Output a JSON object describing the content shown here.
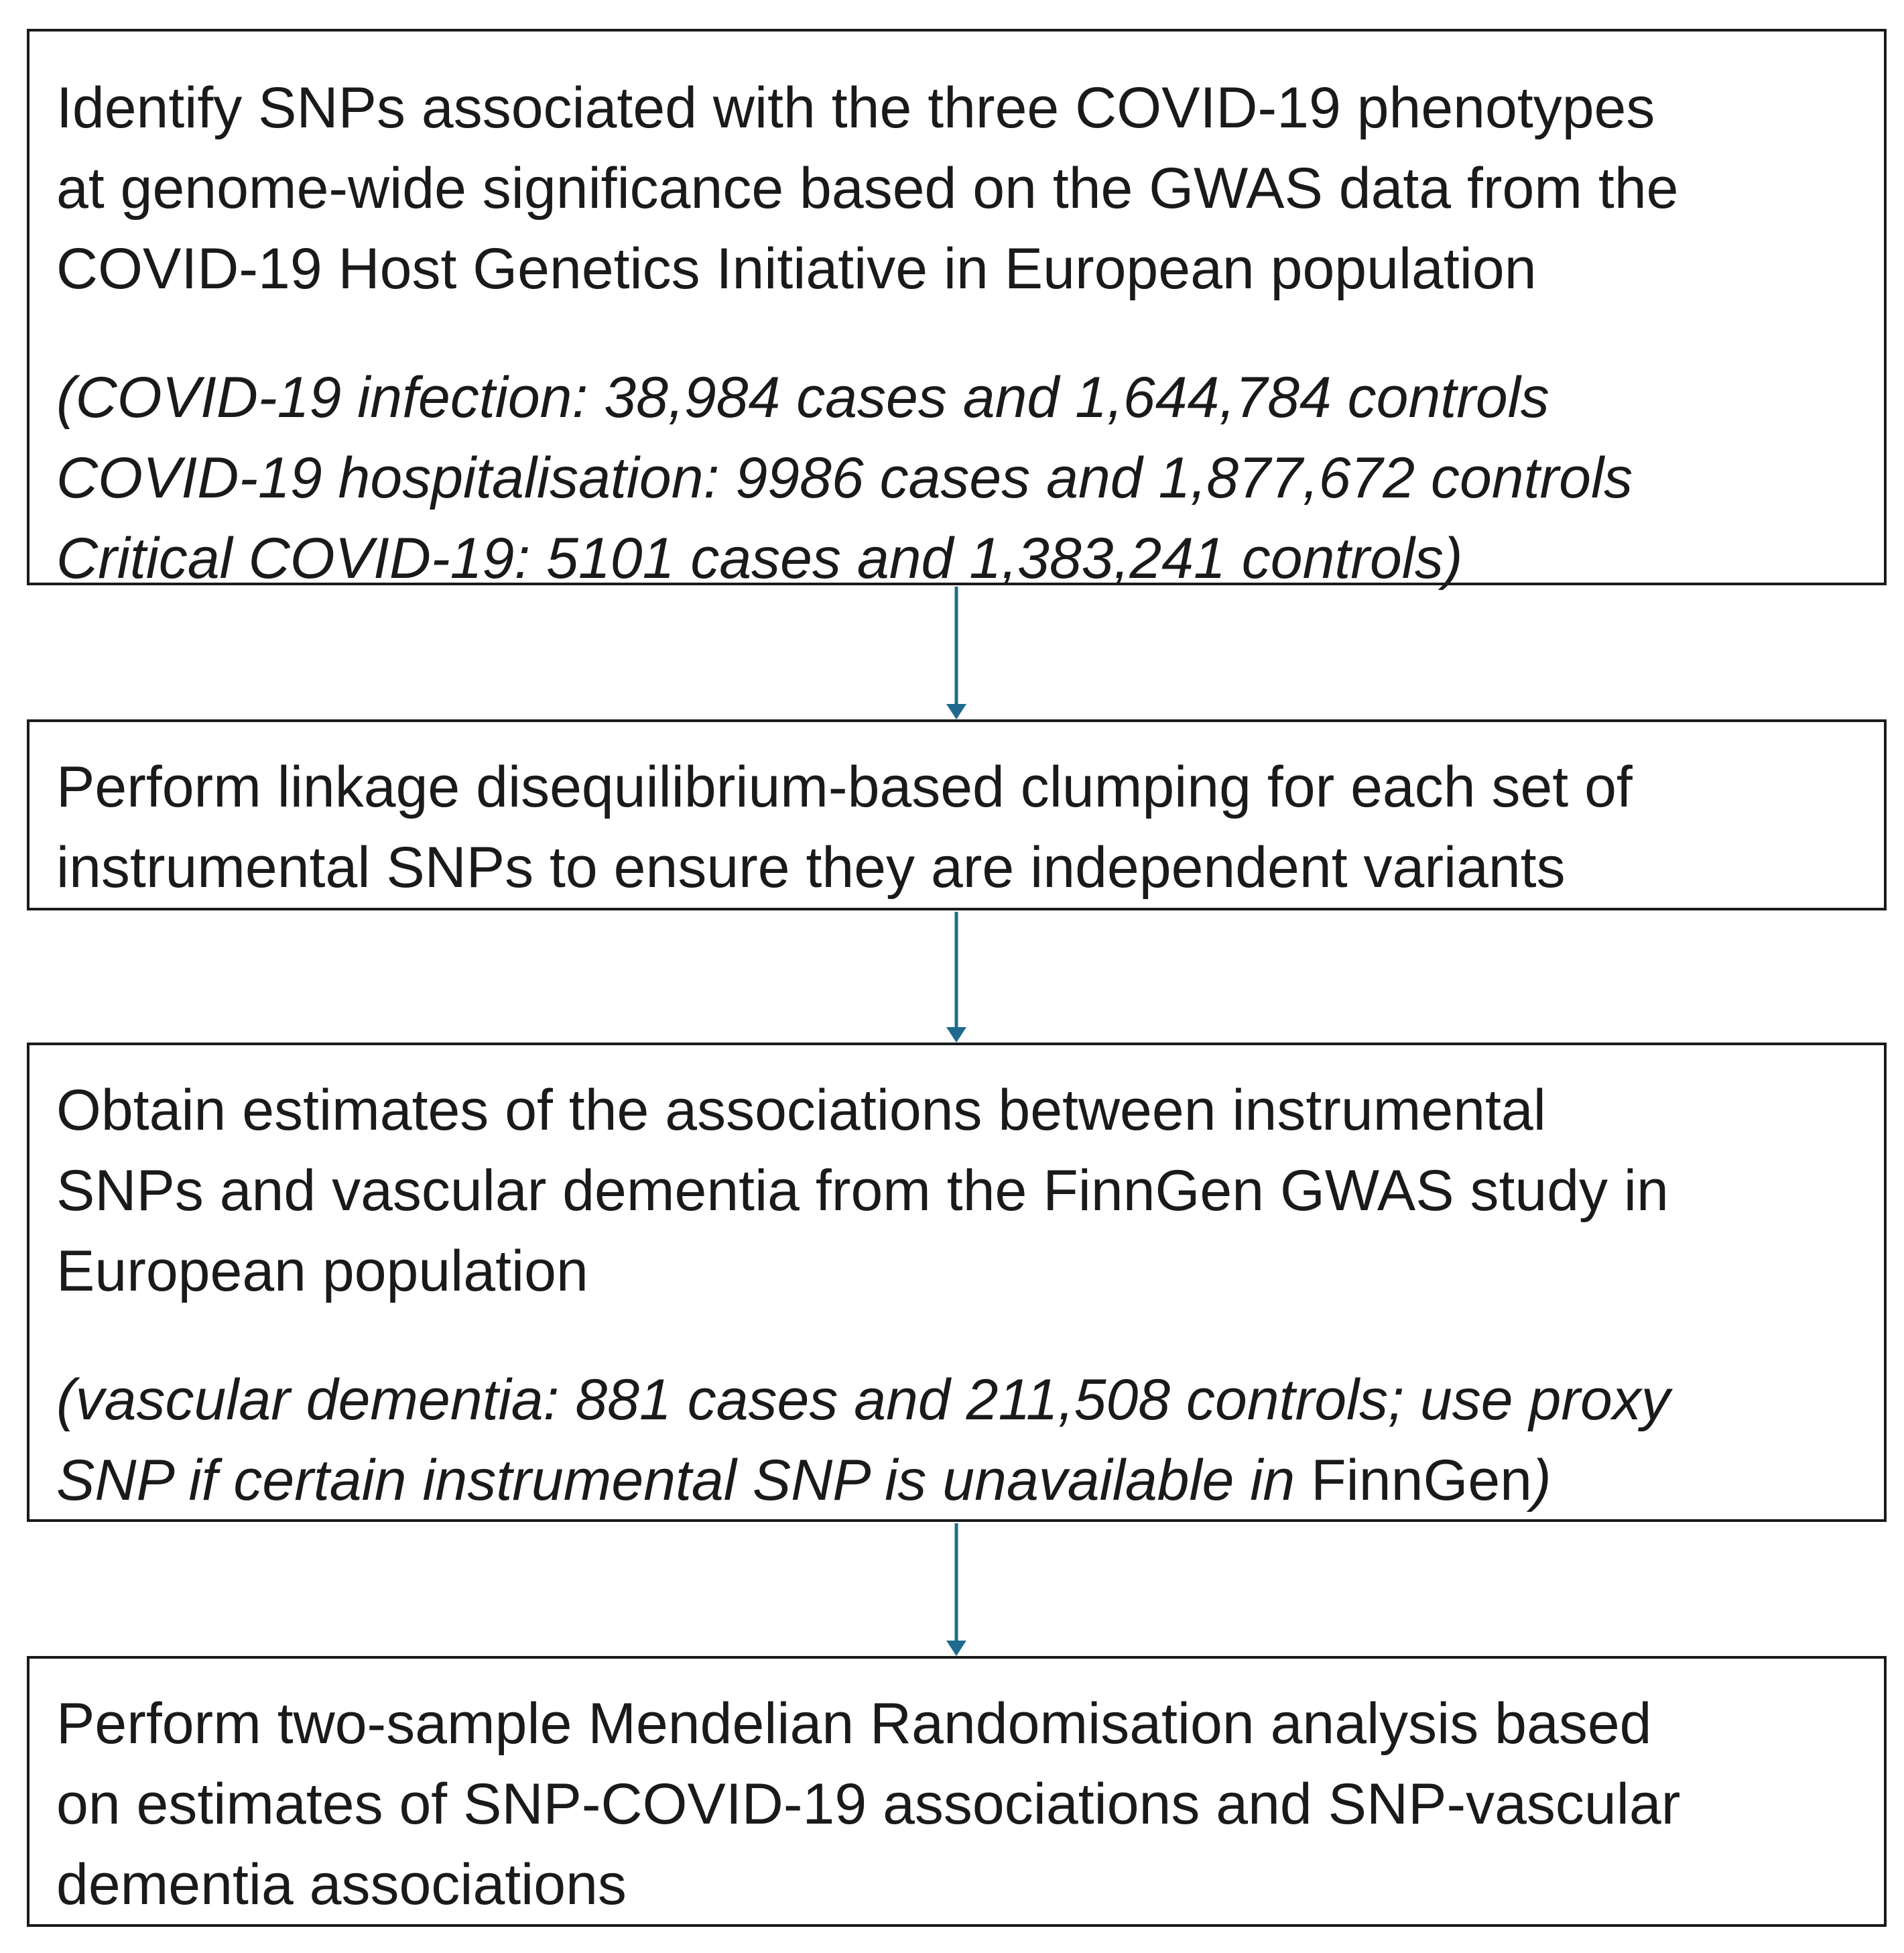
{
  "colors": {
    "arrow": "#1f6a8e",
    "box_border": "#1a1a1a",
    "text": "#1a1a1a"
  },
  "steps": [
    {
      "lines": [
        "Identify SNPs associated with the three COVID-19 phenotypes",
        "at genome-wide significance based on the GWAS data from the",
        "COVID-19 Host Genetics Initiative in European population"
      ],
      "note_lines": [
        "(COVID-19 infection: 38,984 cases and 1,644,784 controls",
        "COVID-19 hospitalisation: 9986 cases and 1,877,672 controls",
        "Critical COVID-19: 5101 cases and 1,383,241 controls)"
      ]
    },
    {
      "lines": [
        "Perform linkage disequilibrium-based clumping  for each set of",
        "instrumental SNPs to ensure they are independent variants"
      ]
    },
    {
      "lines": [
        "Obtain estimates of the associations between instrumental",
        "SNPs and vascular dementia from the FinnGen GWAS study in",
        "European population"
      ],
      "note_lines": [
        "(vascular dementia: 881 cases and 211,508 controls; use proxy",
        "SNP if certain instrumental SNP is unavailable in "
      ],
      "note_upright": "FinnGen",
      "note_close": ")"
    },
    {
      "lines": [
        "Perform two-sample Mendelian Randomisation analysis based",
        "on estimates of SNP-COVID-19 associations and SNP-vascular",
        "dementia associations"
      ]
    }
  ]
}
